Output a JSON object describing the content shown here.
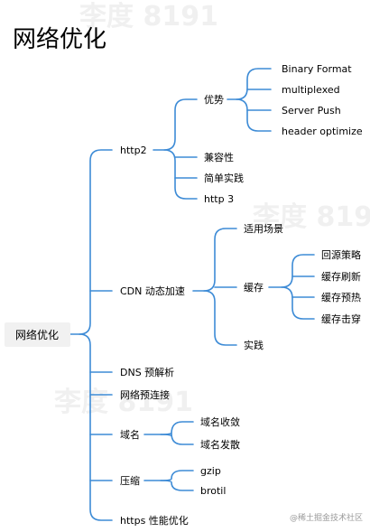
{
  "title": "网络优化",
  "root": "网络优化",
  "branches": {
    "http2": {
      "label": "http2",
      "advantage": "优势",
      "advantage_items": [
        "Binary Format",
        "multiplexed",
        "Server Push",
        "header optimize"
      ],
      "compat": "兼容性",
      "simple": "简单实践",
      "http3": "http 3"
    },
    "cdn": {
      "label": "CDN 动态加速",
      "scenario": "适用场景",
      "cache": "缓存",
      "cache_items": [
        "回源策略",
        "缓存刷新",
        "缓存预热",
        "缓存击穿"
      ],
      "practice": "实践"
    },
    "dns": "DNS 预解析",
    "preconnect": "网络预连接",
    "domain": {
      "label": "域名",
      "items": [
        "域名收敛",
        "域名发散"
      ]
    },
    "compress": {
      "label": "压缩",
      "items": [
        "gzip",
        "brotil"
      ]
    },
    "https": "https 性能优化"
  },
  "watermark": {
    "text_a": "李度 8191",
    "text_b": "李度 819"
  },
  "credit": "@稀土掘金技术社区"
}
